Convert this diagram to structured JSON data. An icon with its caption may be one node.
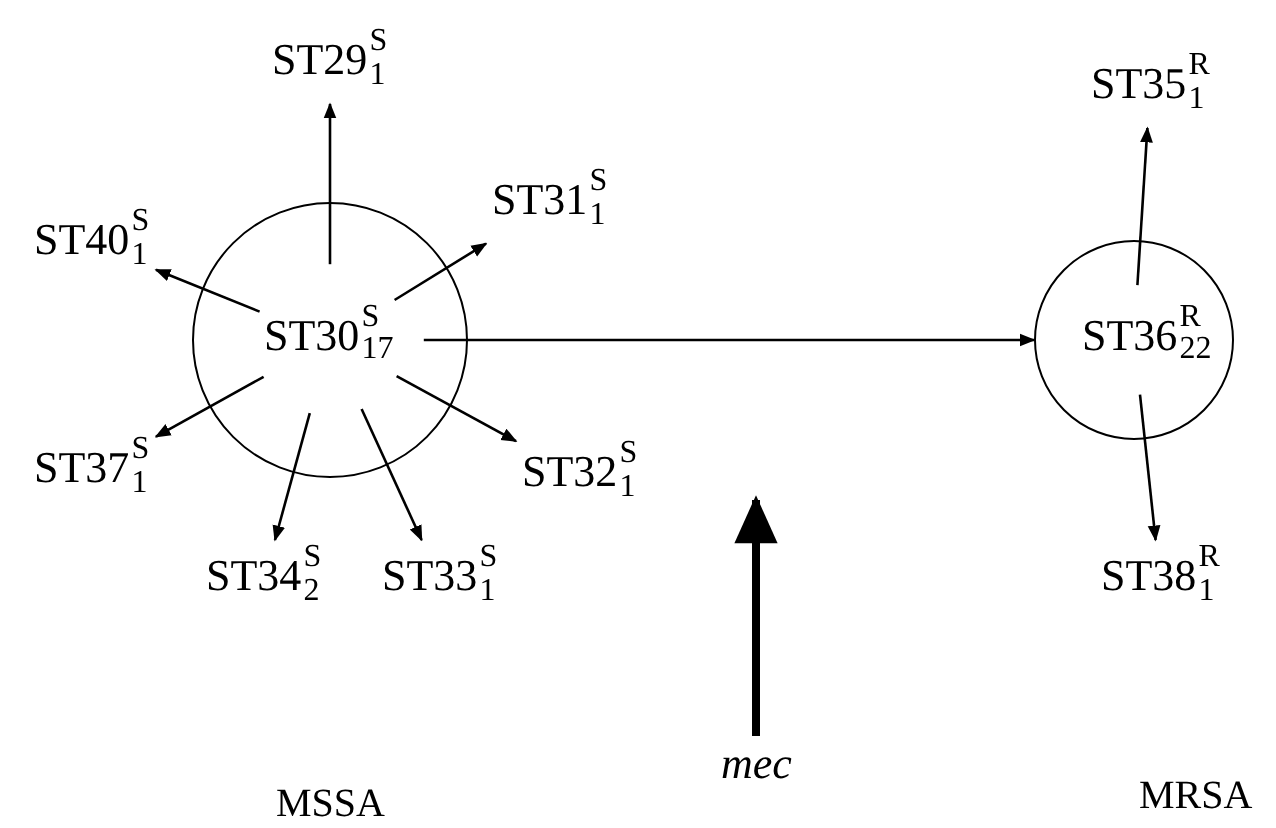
{
  "diagram": {
    "nodes": [
      {
        "text": [
          "ST30$^{S}$$_{17}$"
        ]
      },
      {
        "text": [
          "ST29$^{S}$$_{1}$"
        ]
      },
      {
        "text": [
          "ST31$^{S}$$_{1}$"
        ]
      },
      {
        "text": [
          "ST40$^{S}$$_{1}$"
        ]
      },
      {
        "text": [
          "ST37$^{S}$$_{1}$"
        ]
      },
      {
        "text": [
          "ST32$^{S}$$_{1}$"
        ]
      },
      {
        "text": [
          "ST34$^{S}$$_{2}$"
        ]
      },
      {
        "text": [
          "ST33$^{S}$$_{1}$"
        ]
      },
      {
        "text": [
          "ST36$^{R}$$_{22}$"
        ]
      },
      {
        "text": [
          "ST35$^{R}$$_{1}$"
        ]
      },
      {
        "text": [
          "ST38$^{R}$$_{1}$"
        ]
      },
      {
        "text": [
          "*mec*"
        ]
      }
    ],
    "edges": [
      {
        "from": 0,
        "to": 1,
        "arrow": "to"
      },
      {
        "from": 0,
        "to": 2,
        "arrow": "to"
      },
      {
        "from": 0,
        "to": 3,
        "arrow": "to"
      },
      {
        "from": 0,
        "to": 4,
        "arrow": "to"
      },
      {
        "from": 0,
        "to": 5,
        "arrow": "to"
      },
      {
        "from": 0,
        "to": 6,
        "arrow": "to"
      },
      {
        "from": 0,
        "to": 7,
        "arrow": "to"
      },
      {
        "from": 0,
        "to": 8,
        "arrow": "to"
      },
      {
        "from": 8,
        "to": 9,
        "arrow": "to"
      },
      {
        "from": 8,
        "to": 10,
        "arrow": "to"
      },
      {
        "from": 11,
        "to": null,
        "arrow": "to",
        "style": "thick"
      }
    ],
    "labels": [
      "MSSA",
      "MRSA"
    ]
  }
}
